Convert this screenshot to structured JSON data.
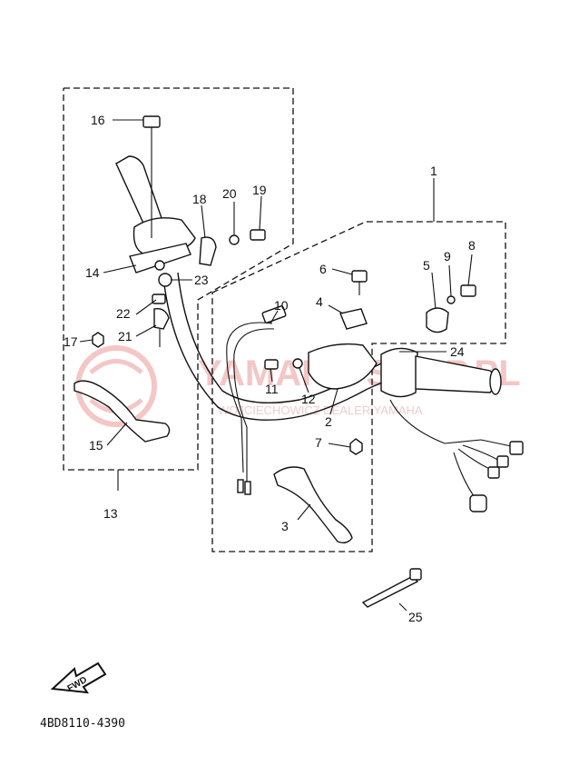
{
  "watermark": {
    "brand": "YAMAHA-SHOP.PL",
    "sub": "WOJCIECHOWICZ DEALER YAMAHA",
    "color": "#f4c6c6"
  },
  "diagram": {
    "code": "4BD8110-4390",
    "fwd_label": "FWD",
    "callouts": [
      "1",
      "2",
      "3",
      "4",
      "5",
      "6",
      "7",
      "8",
      "9",
      "10",
      "11",
      "12",
      "13",
      "14",
      "15",
      "16",
      "17",
      "18",
      "19",
      "20",
      "21",
      "22",
      "23",
      "24",
      "25"
    ]
  }
}
